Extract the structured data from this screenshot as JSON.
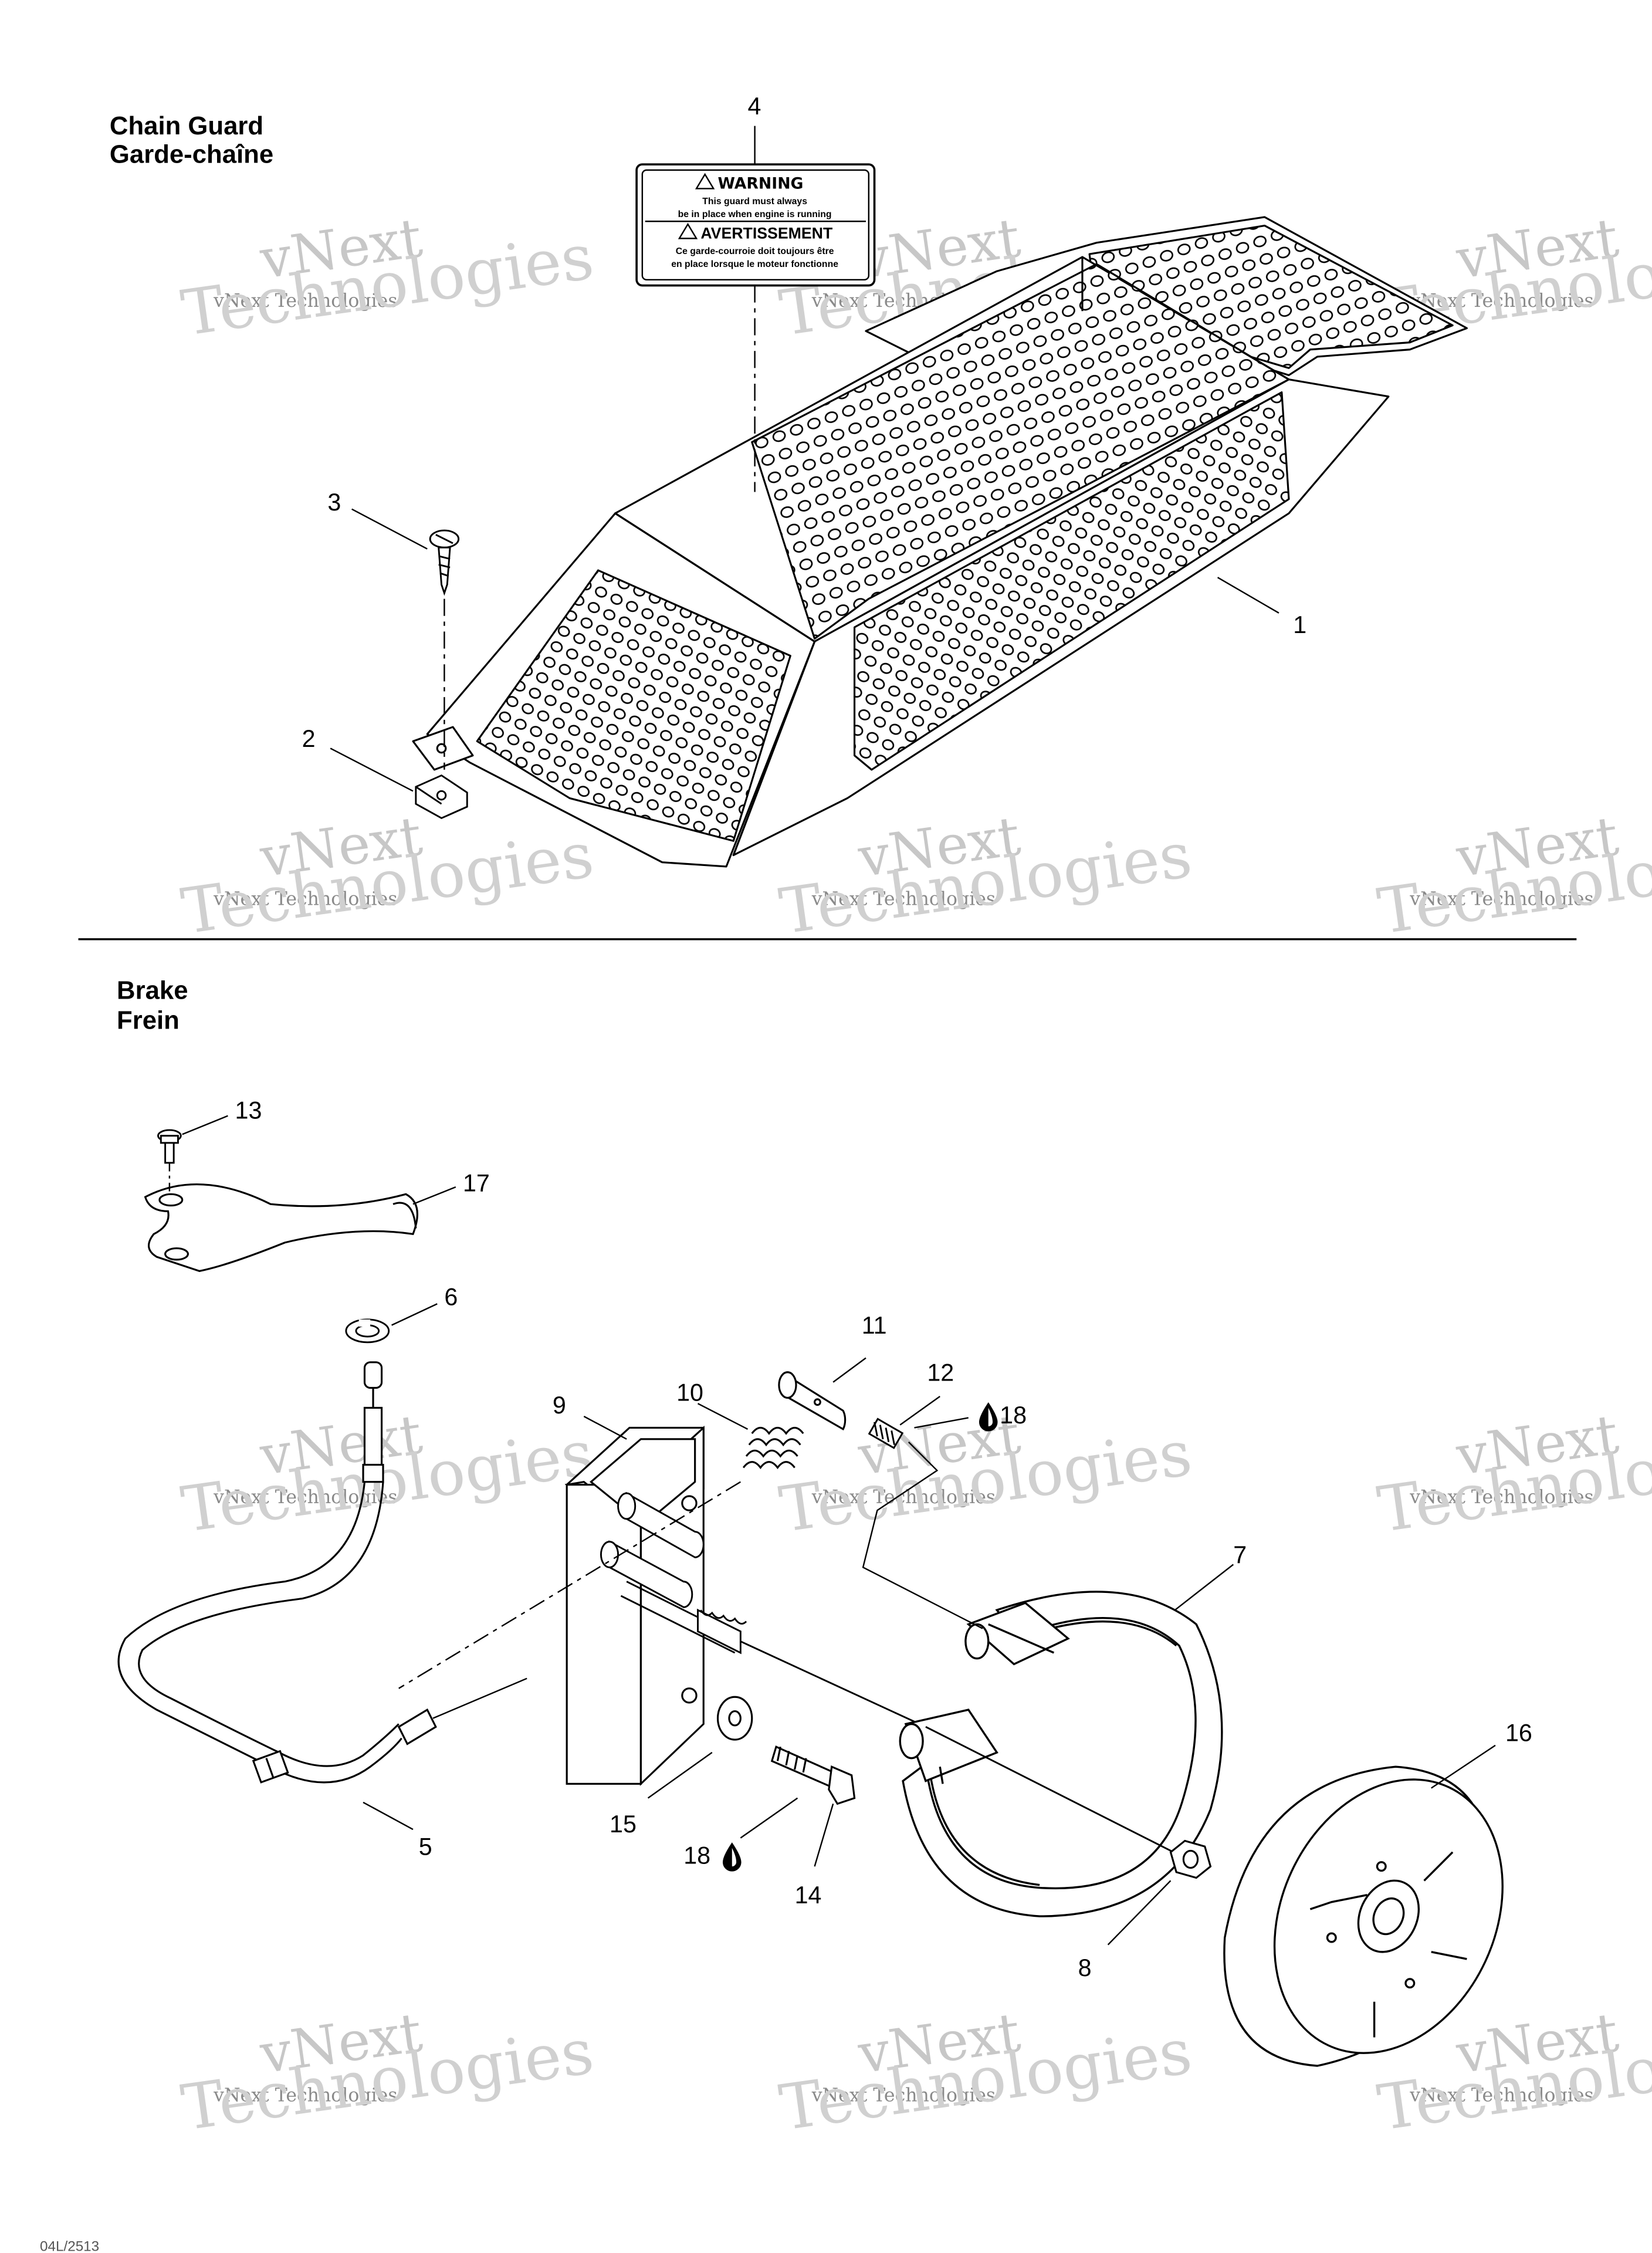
{
  "sections": {
    "chain_guard": {
      "title_en": "Chain Guard",
      "title_fr": "Garde-chaîne"
    },
    "brake": {
      "title_en": "Brake",
      "title_fr": "Frein"
    }
  },
  "callouts": {
    "c1": "1",
    "c2": "2",
    "c3": "3",
    "c4": "4",
    "c5": "5",
    "c6": "6",
    "c7": "7",
    "c8": "8",
    "c9": "9",
    "c10": "10",
    "c11": "11",
    "c12": "12",
    "c13": "13",
    "c14": "14",
    "c15": "15",
    "c16": "16",
    "c17": "17",
    "c18a": "18",
    "c18b": "18"
  },
  "warning_label": {
    "heading_en": "WARNING",
    "line1_en": "This guard must always",
    "line2_en": "be in place when engine is running",
    "heading_fr": "AVERTISSEMENT",
    "line1_fr": "Ce garde-courroie doit toujours être",
    "line2_fr": "en place lorsque le moteur fonctionne"
  },
  "watermark": {
    "line1": "vNext",
    "line2": "vNext Technologies",
    "line3": "Technologies"
  },
  "footer_code": "04L/2513",
  "icons": {
    "lubricant": "oil-drop-icon",
    "warning": "warning-triangle-icon"
  }
}
